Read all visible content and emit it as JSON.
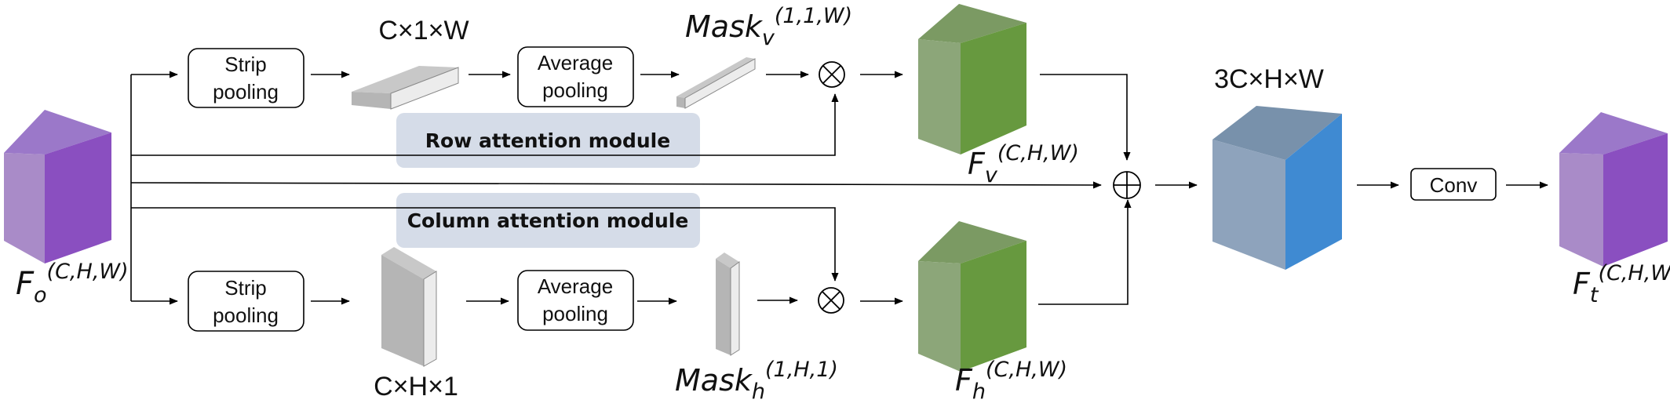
{
  "input": {
    "base": "F",
    "sub": "o",
    "sup": "(C,H,W)"
  },
  "row_branch": {
    "strip_pool": [
      "Strip",
      "pooling"
    ],
    "strip_shape": "C×1×W",
    "avg_pool": [
      "Average",
      "pooling"
    ],
    "mask": {
      "base": "Mask",
      "sub": "v",
      "sup": "(1,1,W)"
    },
    "output": {
      "base": "F",
      "sub": "v",
      "sup": "(C,H,W)"
    },
    "module_label": "Row attention module"
  },
  "column_branch": {
    "strip_pool": [
      "Strip",
      "pooling"
    ],
    "strip_shape": "C×H×1",
    "avg_pool": [
      "Average",
      "pooling"
    ],
    "mask": {
      "base": "Mask",
      "sub": "h",
      "sup": "(1,H,1)"
    },
    "output": {
      "base": "F",
      "sub": "h",
      "sup": "(C,H,W)"
    },
    "module_label": "Column attention module"
  },
  "operators": {
    "multiply": "⊗",
    "add": "⊕"
  },
  "concat_shape": "3C×H×W",
  "conv_label": "Conv",
  "final": {
    "base": "F",
    "sub": "t",
    "sup": "(C,H,W)"
  },
  "colors": {
    "purple_cube": [
      "#a98bc8",
      "#8a4fc0",
      "#9b78c9"
    ],
    "green_cube": [
      "#8ca679",
      "#67993f",
      "#7b9a63"
    ],
    "blue_cube": [
      "#8ea3bc",
      "#3f8ad2",
      "#7891ab"
    ],
    "gray_bar": [
      "#c8c8c8",
      "#ececec",
      "#b5b5b5"
    ],
    "module_fill": "#d5dce8"
  }
}
